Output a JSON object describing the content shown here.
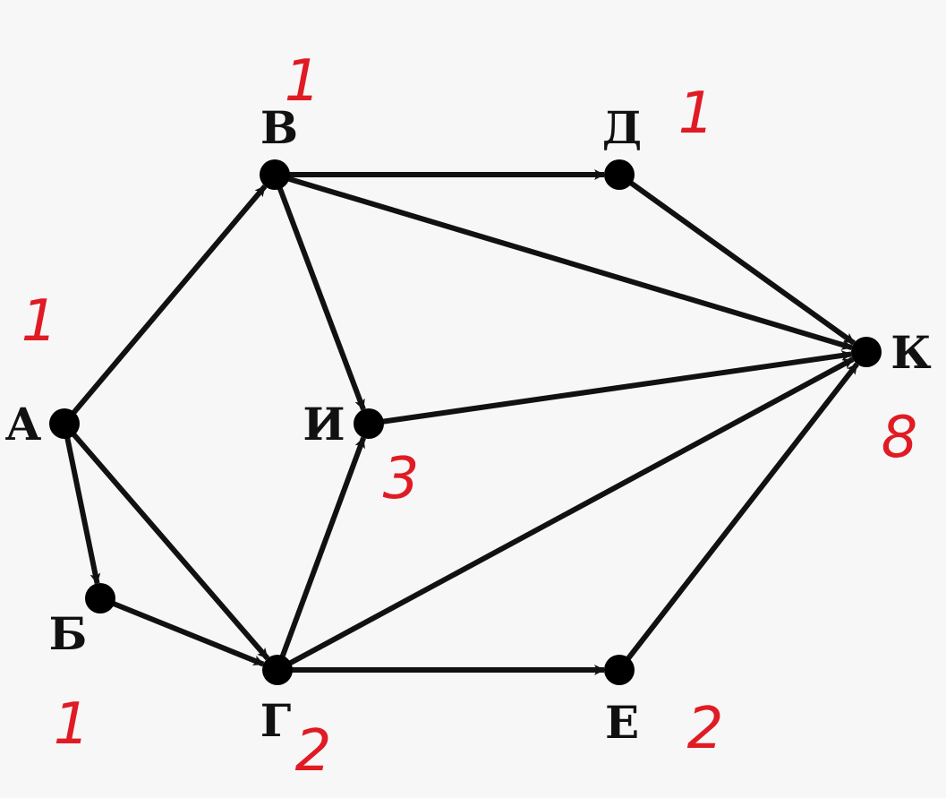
{
  "diagram": {
    "type": "directed-graph",
    "colors": {
      "edge": "#111111",
      "node": "#000000",
      "annotation": "#e01b24"
    },
    "nodes": [
      {
        "id": "A",
        "label": "А",
        "count": "1"
      },
      {
        "id": "B",
        "label": "Б",
        "count": "1"
      },
      {
        "id": "V",
        "label": "В",
        "count": "1"
      },
      {
        "id": "G",
        "label": "Г",
        "count": "2"
      },
      {
        "id": "D",
        "label": "Д",
        "count": "1"
      },
      {
        "id": "I",
        "label": "И",
        "count": "3"
      },
      {
        "id": "E",
        "label": "Е",
        "count": "2"
      },
      {
        "id": "K",
        "label": "К",
        "count": "8"
      }
    ],
    "edges": [
      {
        "from": "A",
        "to": "V"
      },
      {
        "from": "A",
        "to": "B"
      },
      {
        "from": "A",
        "to": "G"
      },
      {
        "from": "B",
        "to": "G"
      },
      {
        "from": "V",
        "to": "D"
      },
      {
        "from": "V",
        "to": "I"
      },
      {
        "from": "V",
        "to": "K"
      },
      {
        "from": "D",
        "to": "K"
      },
      {
        "from": "I",
        "to": "K"
      },
      {
        "from": "G",
        "to": "I"
      },
      {
        "from": "G",
        "to": "K"
      },
      {
        "from": "G",
        "to": "E"
      },
      {
        "from": "E",
        "to": "K"
      }
    ]
  }
}
